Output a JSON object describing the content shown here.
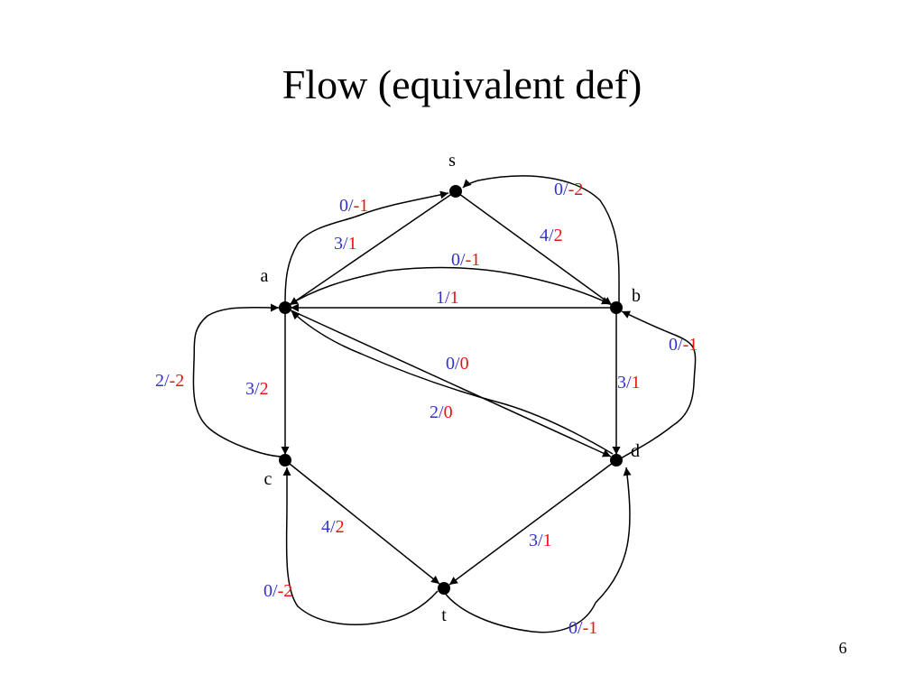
{
  "title": "Flow (equivalent def)",
  "page_number": "6",
  "colors": {
    "capacity": "#3333cc",
    "flow": "#ee1111",
    "ink": "#000000"
  },
  "nodes": [
    {
      "id": "s",
      "label": "s"
    },
    {
      "id": "a",
      "label": "a"
    },
    {
      "id": "b",
      "label": "b"
    },
    {
      "id": "c",
      "label": "c"
    },
    {
      "id": "d",
      "label": "d"
    },
    {
      "id": "t",
      "label": "t"
    }
  ],
  "edges": [
    {
      "id": "s-a",
      "from": "s",
      "to": "a",
      "capacity": "3",
      "flow": "1"
    },
    {
      "id": "a-s",
      "from": "a",
      "to": "s",
      "capacity": "0",
      "flow": "-1"
    },
    {
      "id": "s-b",
      "from": "s",
      "to": "b",
      "capacity": "4",
      "flow": "2"
    },
    {
      "id": "b-s",
      "from": "b",
      "to": "s",
      "capacity": "0",
      "flow": "-2"
    },
    {
      "id": "a-b",
      "from": "a",
      "to": "b",
      "capacity": "0",
      "flow": "-1"
    },
    {
      "id": "b-a",
      "from": "b",
      "to": "a",
      "capacity": "1",
      "flow": "1"
    },
    {
      "id": "a-c",
      "from": "a",
      "to": "c",
      "capacity": "3",
      "flow": "2"
    },
    {
      "id": "c-a",
      "from": "c",
      "to": "a",
      "capacity": "2",
      "flow": "-2"
    },
    {
      "id": "d-a",
      "from": "d",
      "to": "a",
      "capacity": "0",
      "flow": "0"
    },
    {
      "id": "a-d",
      "from": "a",
      "to": "d",
      "capacity": "2",
      "flow": "0"
    },
    {
      "id": "b-d",
      "from": "b",
      "to": "d",
      "capacity": "3",
      "flow": "1"
    },
    {
      "id": "d-b",
      "from": "d",
      "to": "b",
      "capacity": "0",
      "flow": "-1"
    },
    {
      "id": "c-t",
      "from": "c",
      "to": "t",
      "capacity": "4",
      "flow": "2"
    },
    {
      "id": "t-c",
      "from": "t",
      "to": "c",
      "capacity": "0",
      "flow": "-2"
    },
    {
      "id": "d-t",
      "from": "d",
      "to": "t",
      "capacity": "3",
      "flow": "1"
    },
    {
      "id": "t-d",
      "from": "t",
      "to": "d",
      "capacity": "0",
      "flow": "-1"
    }
  ]
}
